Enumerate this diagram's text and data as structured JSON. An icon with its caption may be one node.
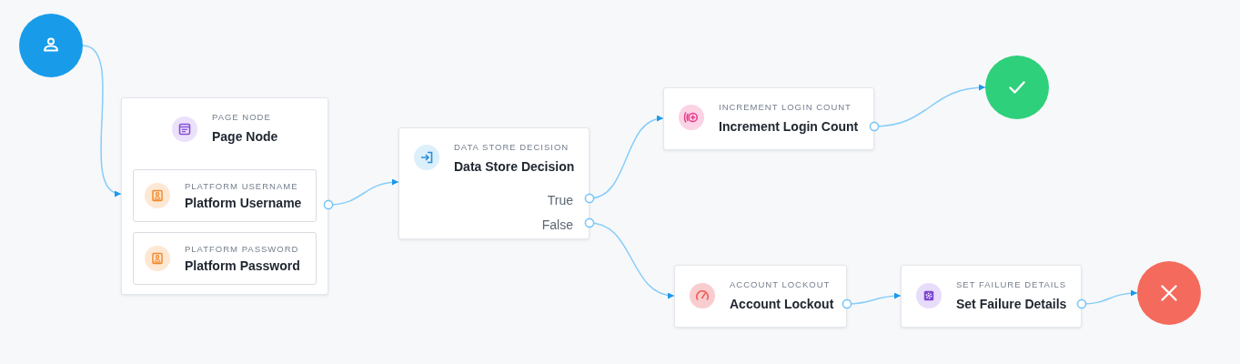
{
  "diagram": {
    "nodes": [
      {
        "text": [],
        "shape": "circle"
      },
      {
        "text": [
          "PAGE NODE",
          "Page Node"
        ]
      },
      {
        "text": [
          "PLATFORM USERNAME",
          "Platform Username"
        ],
        "in": 1
      },
      {
        "text": [
          "PLATFORM PASSWORD",
          "Platform Password"
        ],
        "in": 1
      },
      {
        "text": [
          "DATA STORE DECISION",
          "Data Store Decision",
          "True",
          "False"
        ]
      },
      {
        "text": [
          "INCREMENT LOGIN COUNT",
          "Increment Login Count"
        ]
      },
      {
        "text": [],
        "shape": "circle"
      },
      {
        "text": [
          "ACCOUNT LOCKOUT",
          "Account Lockout"
        ]
      },
      {
        "text": [
          "SET FAILURE DETAILS",
          "Set Failure Details"
        ]
      },
      {
        "text": [],
        "shape": "circle"
      }
    ],
    "edges": [
      {
        "from": 0,
        "to": 1,
        "arrow": "to"
      },
      {
        "from": 1,
        "to": 4,
        "arrow": "to"
      },
      {
        "from": 4,
        "to": 5,
        "arrow": "to"
      },
      {
        "from": 4,
        "to": 7,
        "arrow": "to"
      },
      {
        "from": 5,
        "to": 6,
        "arrow": "to"
      },
      {
        "from": 7,
        "to": 8,
        "arrow": "to"
      },
      {
        "from": 8,
        "to": 9,
        "arrow": "to"
      }
    ]
  }
}
